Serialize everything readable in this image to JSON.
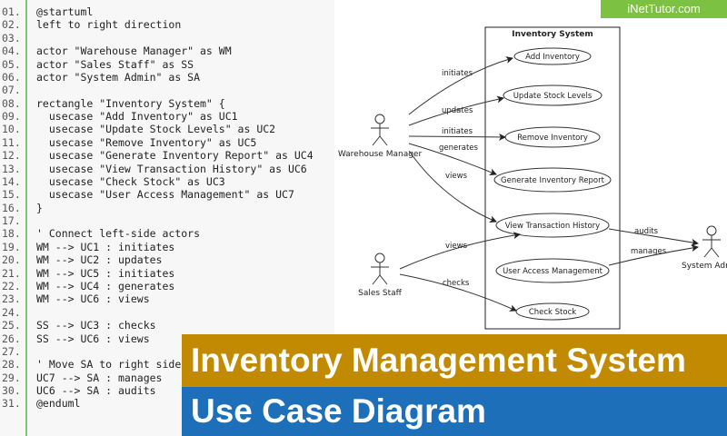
{
  "brand": "iNetTutor.com",
  "title_line1": "Inventory Management System",
  "title_line2": "Use Case Diagram",
  "code_lines": [
    {
      "n": "01.",
      "t": "@startuml"
    },
    {
      "n": "02.",
      "t": "left to right direction"
    },
    {
      "n": "03.",
      "t": ""
    },
    {
      "n": "04.",
      "t": "actor \"Warehouse Manager\" as WM"
    },
    {
      "n": "05.",
      "t": "actor \"Sales Staff\" as SS"
    },
    {
      "n": "06.",
      "t": "actor \"System Admin\" as SA"
    },
    {
      "n": "07.",
      "t": ""
    },
    {
      "n": "08.",
      "t": "rectangle \"Inventory System\" {"
    },
    {
      "n": "09.",
      "t": "  usecase \"Add Inventory\" as UC1"
    },
    {
      "n": "10.",
      "t": "  usecase \"Update Stock Levels\" as UC2"
    },
    {
      "n": "11.",
      "t": "  usecase \"Remove Inventory\" as UC5"
    },
    {
      "n": "12.",
      "t": "  usecase \"Generate Inventory Report\" as UC4"
    },
    {
      "n": "13.",
      "t": "  usecase \"View Transaction History\" as UC6"
    },
    {
      "n": "14.",
      "t": "  usecase \"Check Stock\" as UC3"
    },
    {
      "n": "15.",
      "t": "  usecase \"User Access Management\" as UC7"
    },
    {
      "n": "16.",
      "t": "}"
    },
    {
      "n": "17.",
      "t": ""
    },
    {
      "n": "18.",
      "t": "' Connect left-side actors"
    },
    {
      "n": "19.",
      "t": "WM --> UC1 : initiates"
    },
    {
      "n": "20.",
      "t": "WM --> UC2 : updates"
    },
    {
      "n": "21.",
      "t": "WM --> UC5 : initiates"
    },
    {
      "n": "22.",
      "t": "WM --> UC4 : generates"
    },
    {
      "n": "23.",
      "t": "WM --> UC6 : views"
    },
    {
      "n": "24.",
      "t": ""
    },
    {
      "n": "25.",
      "t": "SS --> UC3 : checks"
    },
    {
      "n": "26.",
      "t": "SS --> UC6 : views"
    },
    {
      "n": "27.",
      "t": ""
    },
    {
      "n": "28.",
      "t": "' Move SA to right side"
    },
    {
      "n": "29.",
      "t": "UC7 --> SA : manages"
    },
    {
      "n": "30.",
      "t": "UC6 --> SA : audits"
    },
    {
      "n": "31.",
      "t": "@enduml"
    }
  ],
  "diagram": {
    "system_name": "Inventory System",
    "actors": {
      "wm": "Warehouse Manager",
      "ss": "Sales Staff",
      "sa": "System Admin"
    },
    "usecases": {
      "uc1": "Add Inventory",
      "uc2": "Update Stock Levels",
      "uc5": "Remove Inventory",
      "uc4": "Generate Inventory Report",
      "uc6": "View Transaction History",
      "uc7": "User Access Management",
      "uc3": "Check Stock"
    },
    "edge_labels": {
      "wm_uc1": "initiates",
      "wm_uc2": "updates",
      "wm_uc5": "initiates",
      "wm_uc4": "generates",
      "wm_uc6": "views",
      "ss_uc6": "views",
      "ss_uc3": "checks",
      "uc6_sa": "audits",
      "uc7_sa": "manages"
    }
  }
}
